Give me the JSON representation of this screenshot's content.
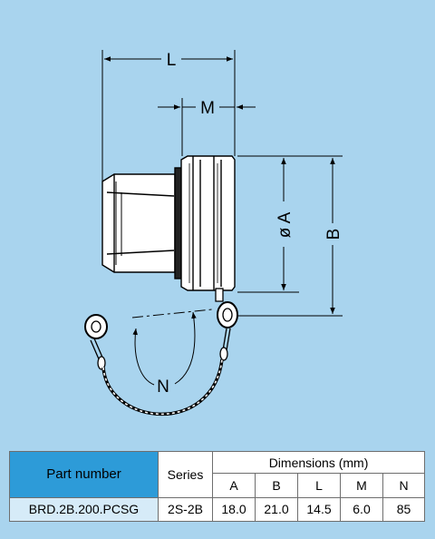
{
  "dimension_labels": {
    "L": "L",
    "M": "M",
    "A": "ø A",
    "B": "B",
    "N": "N"
  },
  "table": {
    "part_number_header": "Part number",
    "series_header": "Series",
    "dimensions_header": "Dimensions (mm)",
    "columns": [
      "A",
      "B",
      "L",
      "M",
      "N"
    ],
    "row": {
      "part_number": "BRD.2B.200.PCSG",
      "series": "2S-2B",
      "values": [
        "18.0",
        "21.0",
        "14.5",
        "6.0",
        "85"
      ]
    }
  },
  "colors": {
    "background": "#a9d4ee",
    "part_number_header": "#2d9bd8",
    "part_number_cell": "#d6ebf8"
  }
}
